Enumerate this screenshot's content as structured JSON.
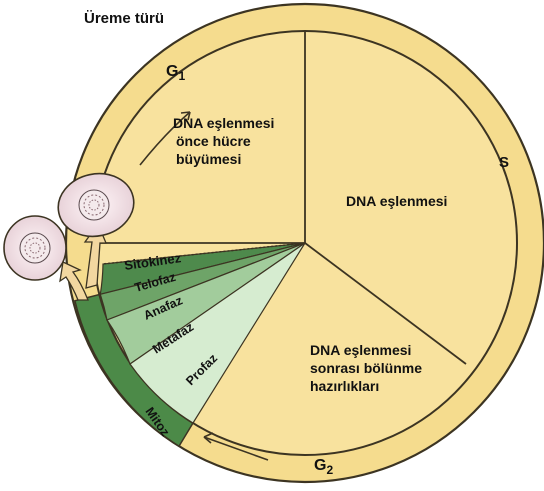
{
  "title": "Üreme türü",
  "ring_labels": {
    "g1": "G",
    "g1_sub": "1",
    "s": "S",
    "g2": "G",
    "g2_sub": "2"
  },
  "sectors": {
    "g1_line1": "DNA eşlenmesi",
    "g1_line2": "önce hücre",
    "g1_line3": "büyümesi",
    "s": "DNA eşlenmesi",
    "g2_line1": "DNA eşlenmesi",
    "g2_line2": "sonrası bölünme",
    "g2_line3": "hazırlıkları"
  },
  "mitosis": {
    "cytokinesis": "Sitokinez",
    "telophase": "Telofaz",
    "anaphase": "Anafaz",
    "metaphase": "Metafaz",
    "prophase": "Profaz",
    "mitosis": "Mitoz"
  },
  "colors": {
    "interphase_fill": "#f8e29e",
    "ring_fill": "#f5dc8e",
    "outline": "#3c3422",
    "telophase": "#4e8a4c",
    "anaphase": "#6ea468",
    "metaphase": "#a2cc9c",
    "prophase": "#d6ecd0",
    "mitoz_band": "#4c8a48",
    "cell": "#ecdbe0",
    "arrow": "#f2d7a0"
  }
}
